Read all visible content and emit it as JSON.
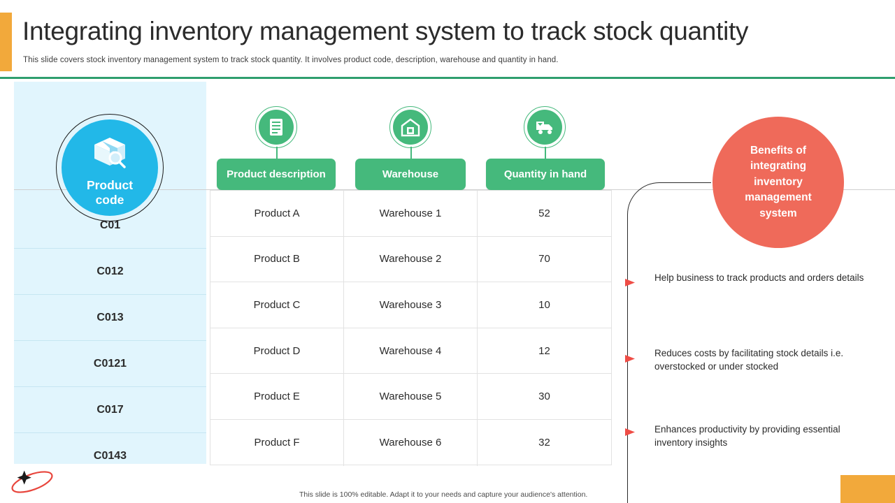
{
  "header": {
    "title": "Integrating inventory management system to track stock quantity",
    "subtitle": "This slide covers stock inventory management system to track stock quantity. It involves product code, description, warehouse and quantity in hand."
  },
  "left_panel": {
    "circle_label": "Product code",
    "circle_icon": "box-search-icon",
    "codes": [
      "C01",
      "C012",
      "C013",
      "C0121",
      "C017",
      "C0143"
    ]
  },
  "table": {
    "columns": [
      {
        "label": "Product description",
        "icon": "document-list-icon"
      },
      {
        "label": "Warehouse",
        "icon": "warehouse-icon"
      },
      {
        "label": "Quantity in hand",
        "icon": "delivery-truck-icon"
      }
    ],
    "rows": [
      {
        "description": "Product A",
        "warehouse": "Warehouse 1",
        "quantity": "52"
      },
      {
        "description": "Product B",
        "warehouse": "Warehouse 2",
        "quantity": "70"
      },
      {
        "description": "Product C",
        "warehouse": "Warehouse 3",
        "quantity": "10"
      },
      {
        "description": "Product D",
        "warehouse": "Warehouse 4",
        "quantity": "12"
      },
      {
        "description": "Product E",
        "warehouse": "Warehouse 5",
        "quantity": "30"
      },
      {
        "description": "Product F",
        "warehouse": "Warehouse 6",
        "quantity": "32"
      }
    ]
  },
  "benefits": {
    "circle_title": "Benefits of integrating inventory management system",
    "items": [
      "Help business to track products and orders details",
      "Reduces costs by facilitating stock details i.e. overstocked or under stocked",
      "Enhances productivity by providing essential inventory insights"
    ]
  },
  "footer": {
    "note": "This slide is 100% editable. Adapt it to your needs and capture your audience's attention."
  },
  "colors": {
    "accent_orange": "#f2a93b",
    "green": "#45b97c",
    "cyan": "#22b8e8",
    "panel_blue": "#e1f5fd",
    "red": "#ef6a5a",
    "rule_green": "#2f9e6e"
  }
}
